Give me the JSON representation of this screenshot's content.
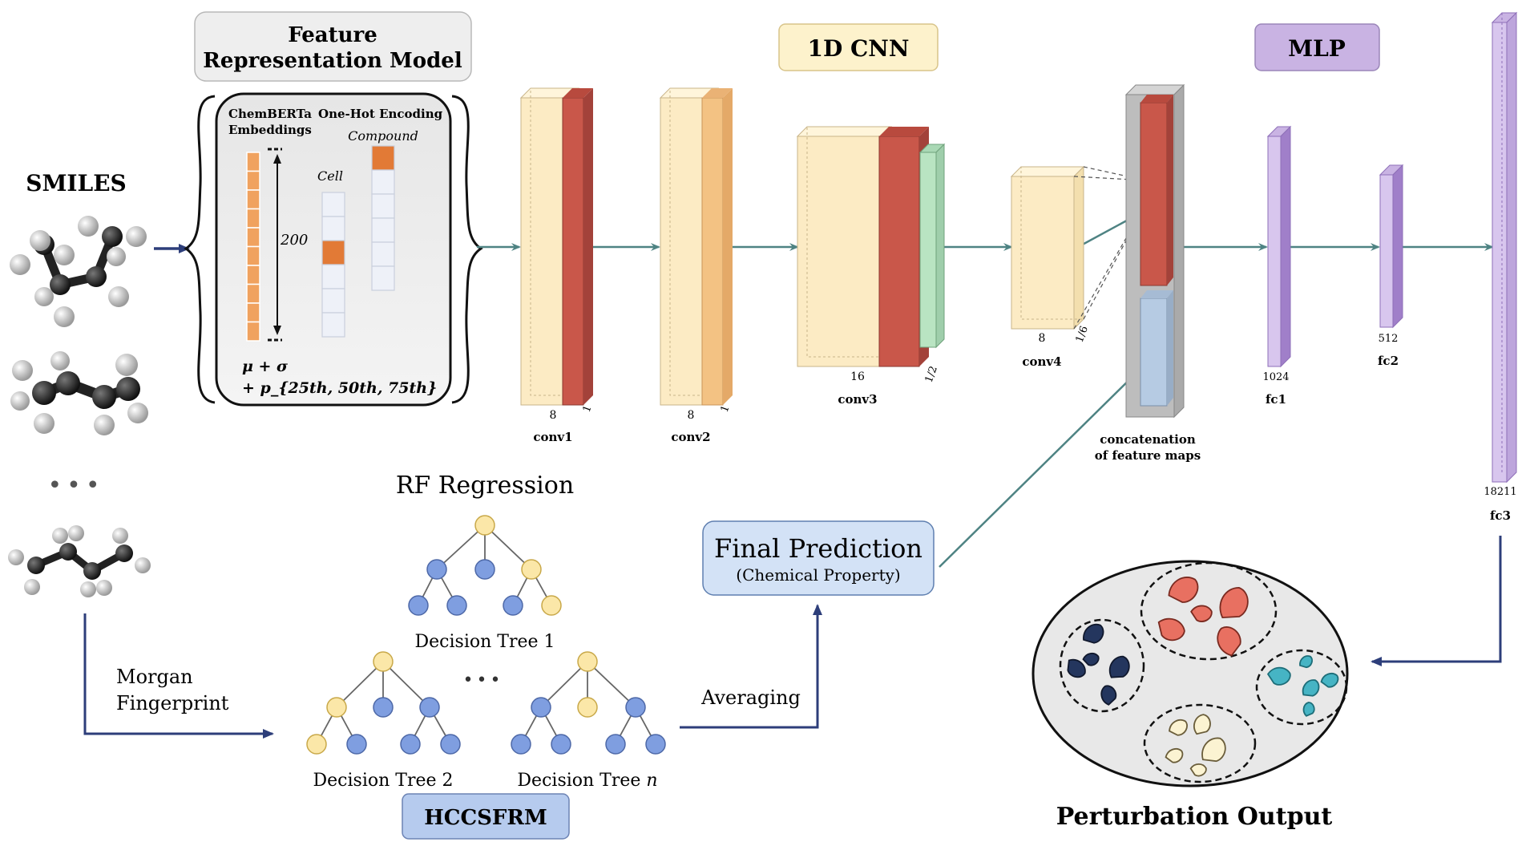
{
  "smiles": {
    "title": "SMILES",
    "dots": "•••",
    "morgan_line1": "Morgan",
    "morgan_line2": "Fingerprint"
  },
  "feature_model": {
    "title_line1": "Feature",
    "title_line2": "Representation Model",
    "chemberta_line1": "ChemBERTa",
    "chemberta_line2": "Embeddings",
    "onehot": "One-Hot Encoding",
    "compound": "Compound",
    "cell": "Cell",
    "dim": "200",
    "stats_line1": "μ + σ",
    "stats_line2": "+ p_{25th, 50th, 75th}"
  },
  "cnn": {
    "title": "1D CNN",
    "layers": [
      {
        "name": "conv1",
        "width_label": "8",
        "depth_label": "1"
      },
      {
        "name": "conv2",
        "width_label": "8",
        "depth_label": "1"
      },
      {
        "name": "conv3",
        "width_label": "16",
        "depth_label": "1/2"
      },
      {
        "name": "conv4",
        "width_label": "8",
        "depth_label": "1/6"
      }
    ],
    "concat_line1": "concatenation",
    "concat_line2": "of feature maps"
  },
  "mlp": {
    "title": "MLP",
    "layers": [
      {
        "name": "fc1",
        "size_label": "1024"
      },
      {
        "name": "fc2",
        "size_label": "512"
      },
      {
        "name": "fc3",
        "size_label": "18211"
      }
    ]
  },
  "rf": {
    "title": "RF Regression",
    "tree1": "Decision Tree 1",
    "tree2": "Decision Tree 2",
    "treen": "Decision Tree ",
    "treen_italic": "n",
    "dots": "•••",
    "averaging": "Averaging",
    "model_name": "HCCSFRM"
  },
  "prediction": {
    "title": "Final Prediction",
    "subtitle": "(Chemical Property)"
  },
  "output": {
    "title": "Perturbation Output"
  },
  "colors": {
    "arrow_dark": "#2d3e7a",
    "arrow_teal": "#4e8383",
    "conv_light": "#fcebc4",
    "conv_red": "#c9574a",
    "conv_orange": "#f3c283",
    "conv_green": "#b9e4c2",
    "mlp_purple": "#c9b3e3",
    "concat_gray": "#bdbdbd",
    "concat_blue": "#b6cbe3",
    "node_blue": "#7f9ee0",
    "node_yellow": "#fbe7a8",
    "cluster_red": "#e87061",
    "cluster_navy": "#24365e",
    "cluster_teal": "#46b4c4",
    "cluster_cream": "#fbf3d2"
  }
}
